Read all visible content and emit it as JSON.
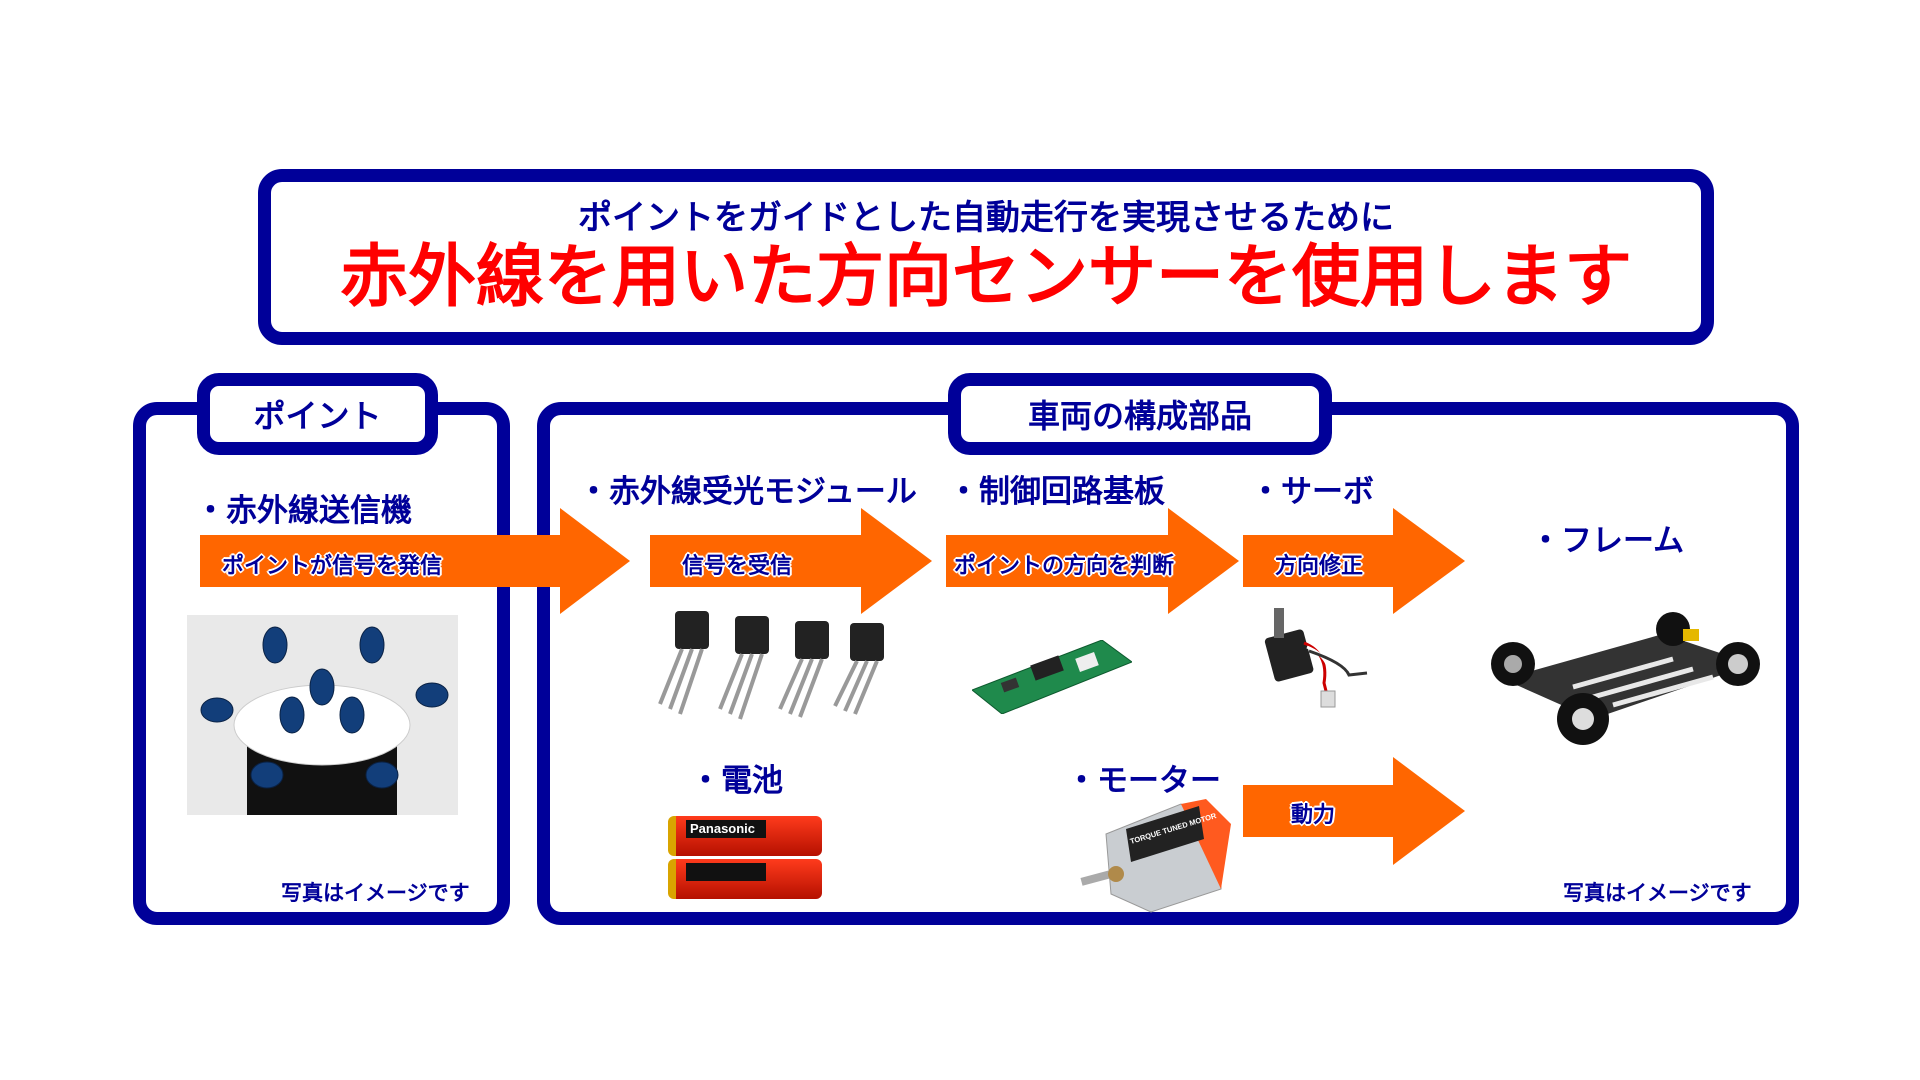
{
  "header": {
    "subtitle": "ポイントをガイドとした自動走行を実現させるために",
    "title": "赤外線を用いた方向センサーを使用します"
  },
  "left_panel": {
    "tab": "ポイント",
    "item": "・赤外線送信機",
    "arrow_text": "ポイントが信号を発信",
    "note": "写真はイメージです"
  },
  "right_panel": {
    "tab": "車両の構成部品",
    "items": {
      "receiver": "・赤外線受光モジュール",
      "board": "・制御回路基板",
      "servo": "・サーボ",
      "frame": "・フレーム",
      "battery": "・電池",
      "motor": "・モーター"
    },
    "arrows": {
      "receive": "信号を受信",
      "judge": "ポイントの方向を判断",
      "steer": "方向修正",
      "power": "動力"
    },
    "note": "写真はイメージです"
  },
  "photo_labels": {
    "battery_brand": "Panasonic",
    "motor_brand": "TORQUE TUNED MOTOR"
  },
  "colors": {
    "navy": "#000099",
    "red": "#ff0000",
    "orange": "#ff6600"
  }
}
